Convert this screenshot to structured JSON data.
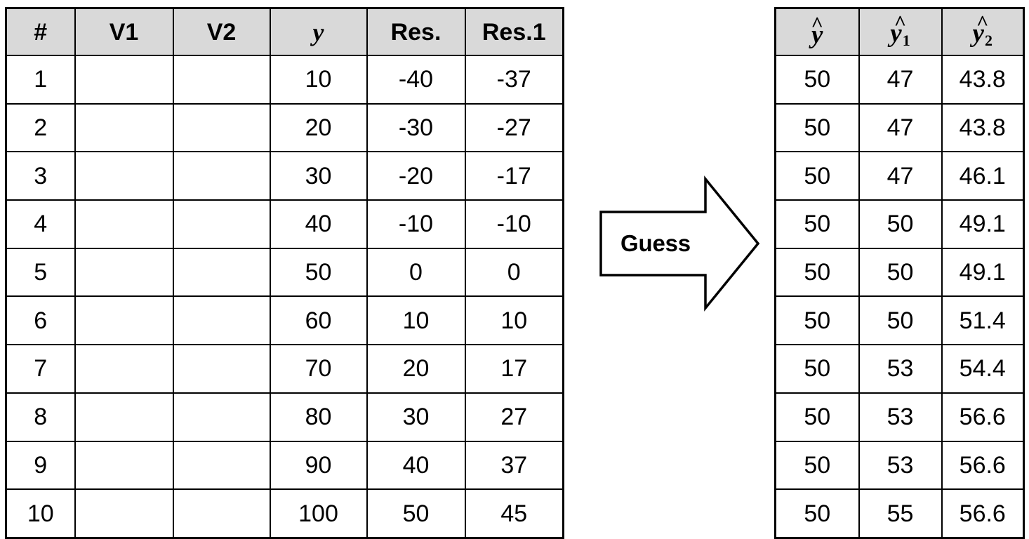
{
  "colors": {
    "header_fill": "#d9d9d9",
    "border": "#000000",
    "background": "#ffffff",
    "text": "#000000"
  },
  "left_table": {
    "name": "residuals-table",
    "columns": [
      {
        "key": "num",
        "label": "#",
        "style": "bold"
      },
      {
        "key": "v1",
        "label": "V1",
        "style": "bold"
      },
      {
        "key": "v2",
        "label": "V2",
        "style": "bold"
      },
      {
        "key": "y",
        "label": "y",
        "style": "bold-italic"
      },
      {
        "key": "res",
        "label": "Res.",
        "style": "bold"
      },
      {
        "key": "res1",
        "label": "Res.1",
        "style": "bold"
      }
    ],
    "rows": [
      {
        "num": "1",
        "v1": "",
        "v2": "",
        "y": "10",
        "res": "-40",
        "res1": "-37"
      },
      {
        "num": "2",
        "v1": "",
        "v2": "",
        "y": "20",
        "res": "-30",
        "res1": "-27"
      },
      {
        "num": "3",
        "v1": "",
        "v2": "",
        "y": "30",
        "res": "-20",
        "res1": "-17"
      },
      {
        "num": "4",
        "v1": "",
        "v2": "",
        "y": "40",
        "res": "-10",
        "res1": "-10"
      },
      {
        "num": "5",
        "v1": "",
        "v2": "",
        "y": "50",
        "res": "0",
        "res1": "0"
      },
      {
        "num": "6",
        "v1": "",
        "v2": "",
        "y": "60",
        "res": "10",
        "res1": "10"
      },
      {
        "num": "7",
        "v1": "",
        "v2": "",
        "y": "70",
        "res": "20",
        "res1": "17"
      },
      {
        "num": "8",
        "v1": "",
        "v2": "",
        "y": "80",
        "res": "30",
        "res1": "27"
      },
      {
        "num": "9",
        "v1": "",
        "v2": "",
        "y": "90",
        "res": "40",
        "res1": "37"
      },
      {
        "num": "10",
        "v1": "",
        "v2": "",
        "y": "100",
        "res": "50",
        "res1": "45"
      }
    ]
  },
  "arrow": {
    "label": "Guess",
    "direction": "right",
    "fill": "#ffffff",
    "stroke": "#000000"
  },
  "right_table": {
    "name": "predictions-table",
    "columns": [
      {
        "key": "yhat",
        "base": "y",
        "accent": "hat",
        "subscript": "",
        "label": "ŷ"
      },
      {
        "key": "yhat1",
        "base": "y",
        "accent": "hat",
        "subscript": "1",
        "label": "ŷ1"
      },
      {
        "key": "yhat2",
        "base": "y",
        "accent": "hat",
        "subscript": "2",
        "label": "ŷ2"
      }
    ],
    "rows": [
      {
        "yhat": "50",
        "yhat1": "47",
        "yhat2": "43.8"
      },
      {
        "yhat": "50",
        "yhat1": "47",
        "yhat2": "43.8"
      },
      {
        "yhat": "50",
        "yhat1": "47",
        "yhat2": "46.1"
      },
      {
        "yhat": "50",
        "yhat1": "50",
        "yhat2": "49.1"
      },
      {
        "yhat": "50",
        "yhat1": "50",
        "yhat2": "49.1"
      },
      {
        "yhat": "50",
        "yhat1": "50",
        "yhat2": "51.4"
      },
      {
        "yhat": "50",
        "yhat1": "53",
        "yhat2": "54.4"
      },
      {
        "yhat": "50",
        "yhat1": "53",
        "yhat2": "56.6"
      },
      {
        "yhat": "50",
        "yhat1": "53",
        "yhat2": "56.6"
      },
      {
        "yhat": "50",
        "yhat1": "55",
        "yhat2": "56.6"
      }
    ]
  }
}
